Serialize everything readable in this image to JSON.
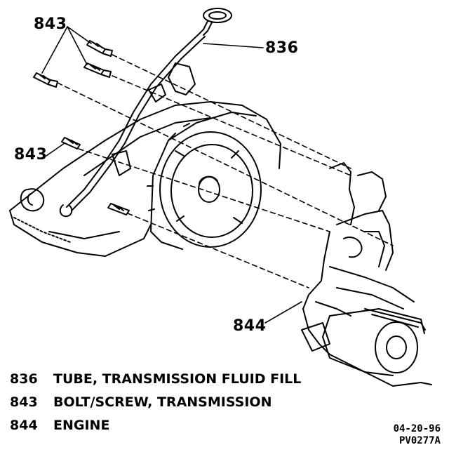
{
  "callouts": {
    "c843_top": "843",
    "c836": "836",
    "c843_left": "843",
    "c844": "844"
  },
  "legend": [
    {
      "num": "836",
      "desc": "TUBE, TRANSMISSION FLUID FILL"
    },
    {
      "num": "843",
      "desc": "BOLT/SCREW, TRANSMISSION"
    },
    {
      "num": "844",
      "desc": "ENGINE"
    }
  ],
  "stamp": {
    "date": "04-20-96",
    "code": "PV0277A"
  }
}
